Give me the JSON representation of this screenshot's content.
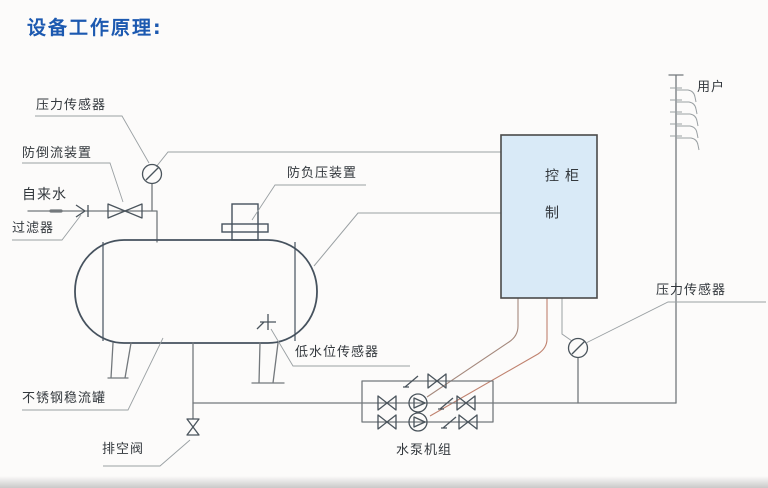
{
  "page": {
    "title": "设备工作原理:"
  },
  "labels": {
    "pressure_sensor_left": "压力传感器",
    "backflow_preventer": "防倒流装置",
    "tap_water": "自来水",
    "filter": "过滤器",
    "anti_negative_pressure_device": "防负压装置",
    "control_cabinet": "控制柜",
    "users": "用户",
    "pressure_sensor_right": "压力传感器",
    "low_water_level_sensor": "低水位传感器",
    "stainless_steel_steady_flow_tank": "不锈钢稳流罐",
    "drain_valve": "排空阀",
    "pump_unit": "水泵机组"
  },
  "colors": {
    "title_blue": "#1c59b0",
    "text": "#33383d",
    "tank_fill": "#cfe5f5",
    "cabinet_fill": "#d9eaf7",
    "outline_dark": "#46525e",
    "pipe_gray": "#73787c",
    "signal_gray": "#9aa0a3",
    "wire_red": "#c0826f",
    "wire_brown": "#a5897d"
  }
}
